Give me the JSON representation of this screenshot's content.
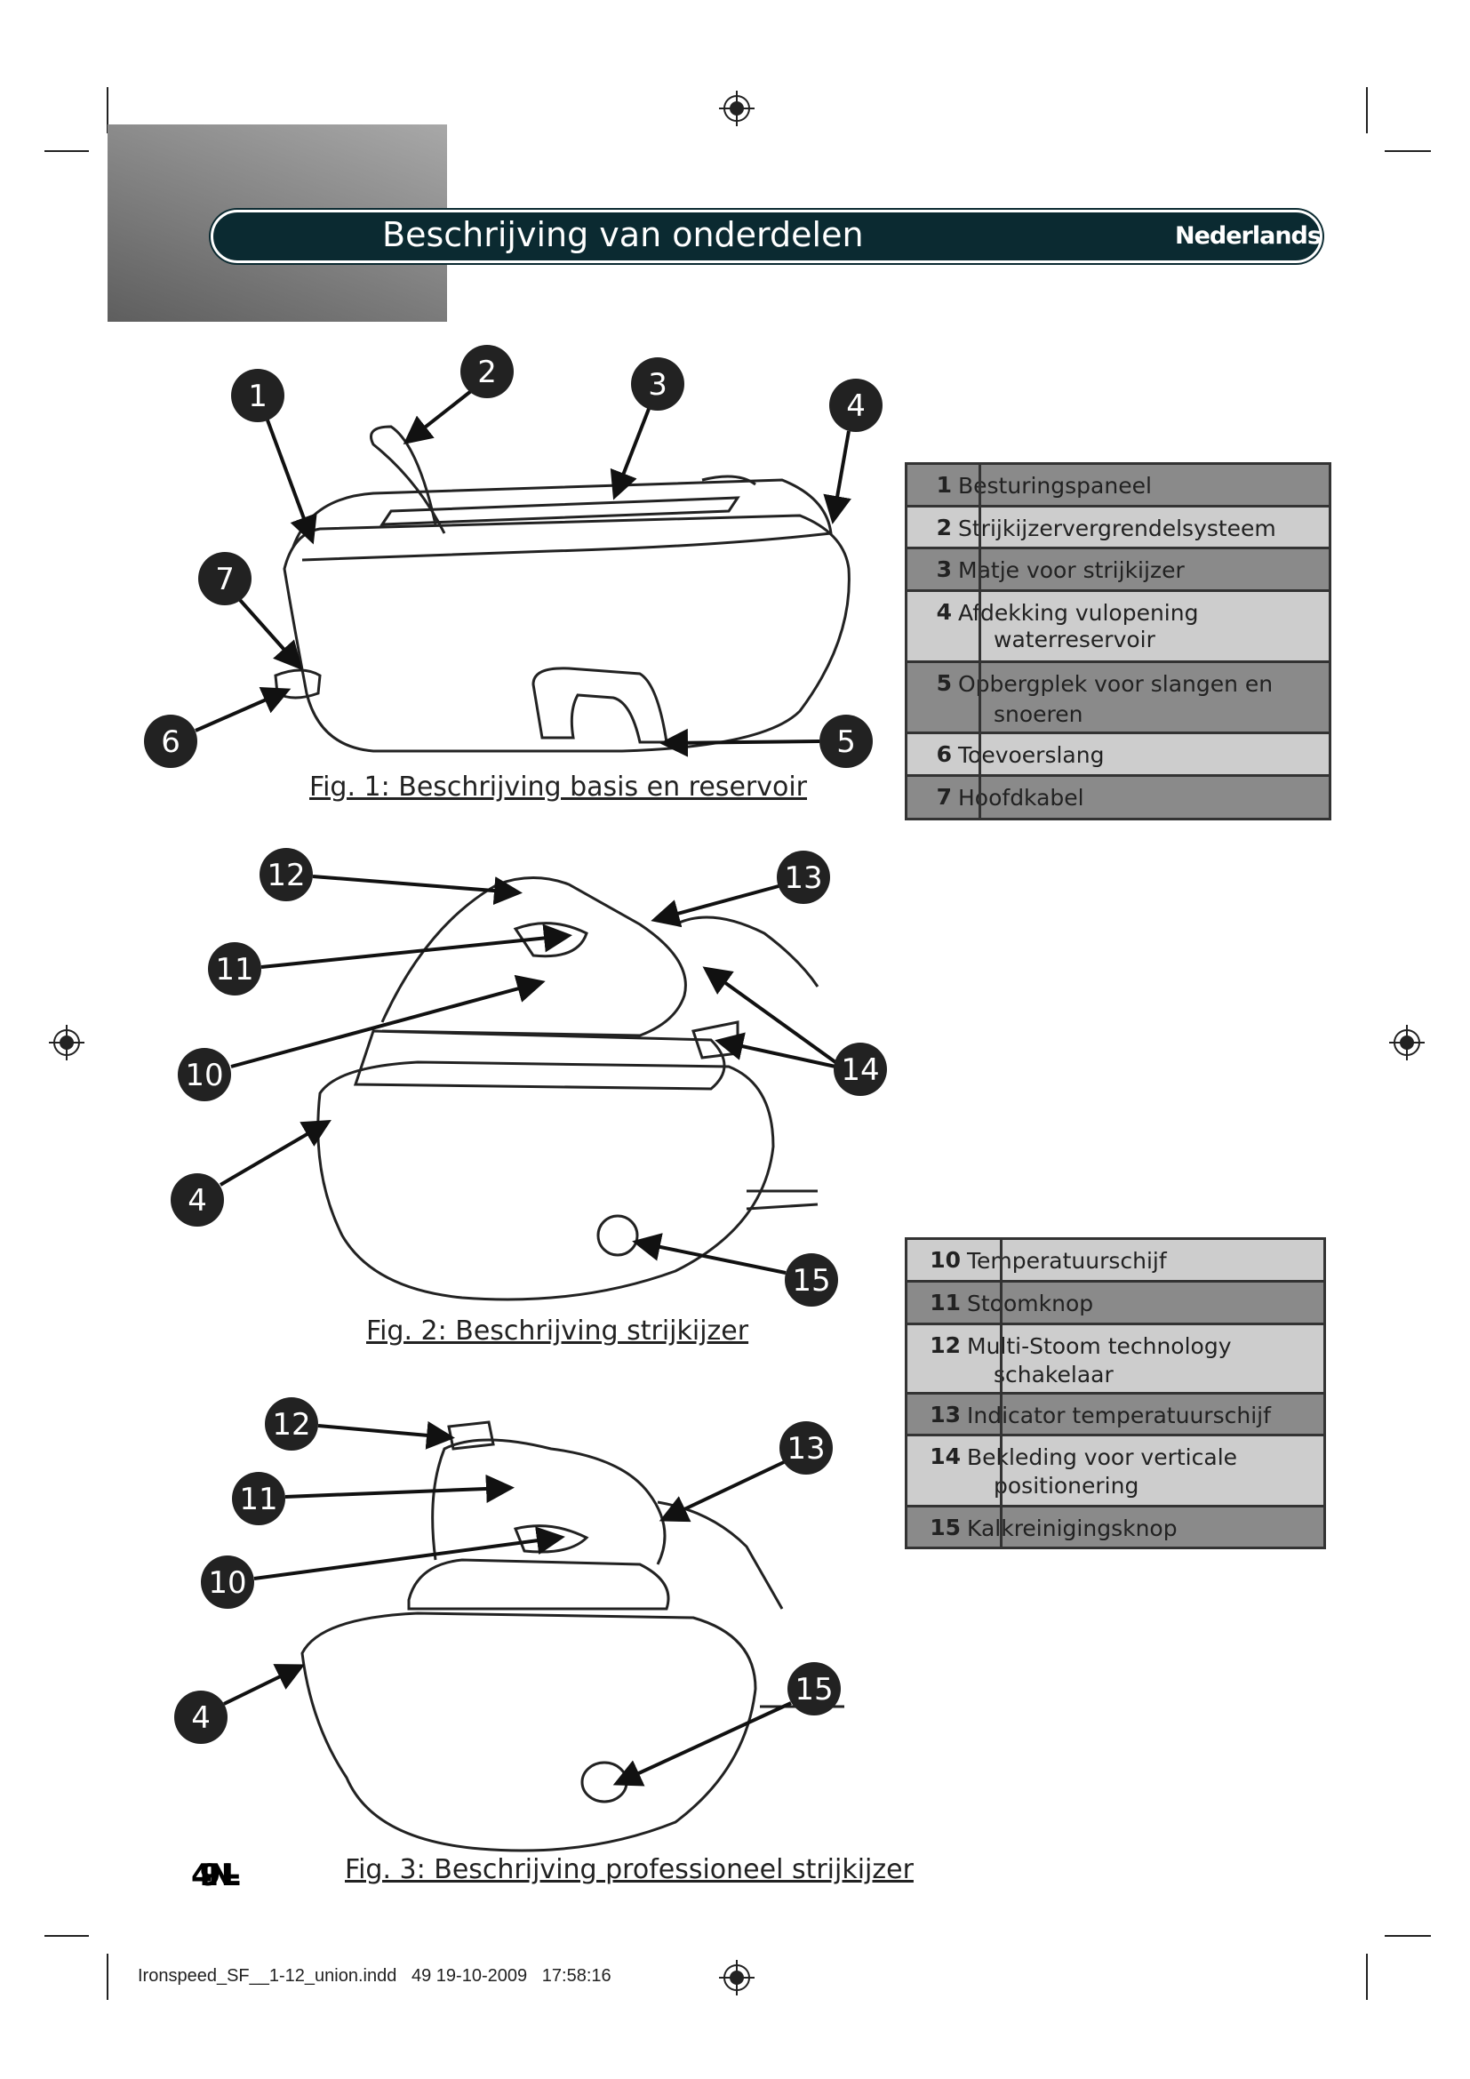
{
  "header": {
    "title": "Beschrijving van onderdelen",
    "language": "Nederlands"
  },
  "figures": [
    {
      "caption": "Fig. 1: Beschrijving basis en reservoir",
      "callouts": [
        "1",
        "2",
        "3",
        "4",
        "7",
        "6",
        "5"
      ]
    },
    {
      "caption": "Fig. 2: Beschrijving strijkijzer",
      "callouts": [
        "12",
        "13",
        "11",
        "10",
        "14",
        "4",
        "15"
      ]
    },
    {
      "caption": "Fig. 3: Beschrijving professioneel strijkijzer",
      "callouts": [
        "12",
        "13",
        "11",
        "10",
        "4",
        "15"
      ]
    }
  ],
  "table1": [
    {
      "num": "1",
      "text": "Besturingspaneel"
    },
    {
      "num": "2",
      "text": "Strijkijzervergrendelsysteem"
    },
    {
      "num": "3",
      "text": "Matje voor strijkijzer"
    },
    {
      "num": "4",
      "text": "Afdekking vulopening",
      "text2": "waterreservoir"
    },
    {
      "num": "5",
      "text": "Opbergplek voor slangen en",
      "text2": "snoeren"
    },
    {
      "num": "6",
      "text": "Toevoerslang"
    },
    {
      "num": "7",
      "text": "Hoofdkabel"
    }
  ],
  "table2": [
    {
      "num": "10",
      "text": "Temperatuurschijf"
    },
    {
      "num": "11",
      "text": "Stoomknop"
    },
    {
      "num": "12",
      "text": "Multi-Stoom technology",
      "text2": "schakelaar"
    },
    {
      "num": "13",
      "text": "Indicator temperatuurschijf"
    },
    {
      "num": "14",
      "text": "Bekleding voor verticale",
      "text2": "positionering"
    },
    {
      "num": "15",
      "text": "Kalkreinigingsknop"
    }
  ],
  "page_number": {
    "a": "49",
    "b": "NL-"
  },
  "footer": "Ironspeed_SF__1-12_union.indd   49 19-10-2009   17:58:16"
}
